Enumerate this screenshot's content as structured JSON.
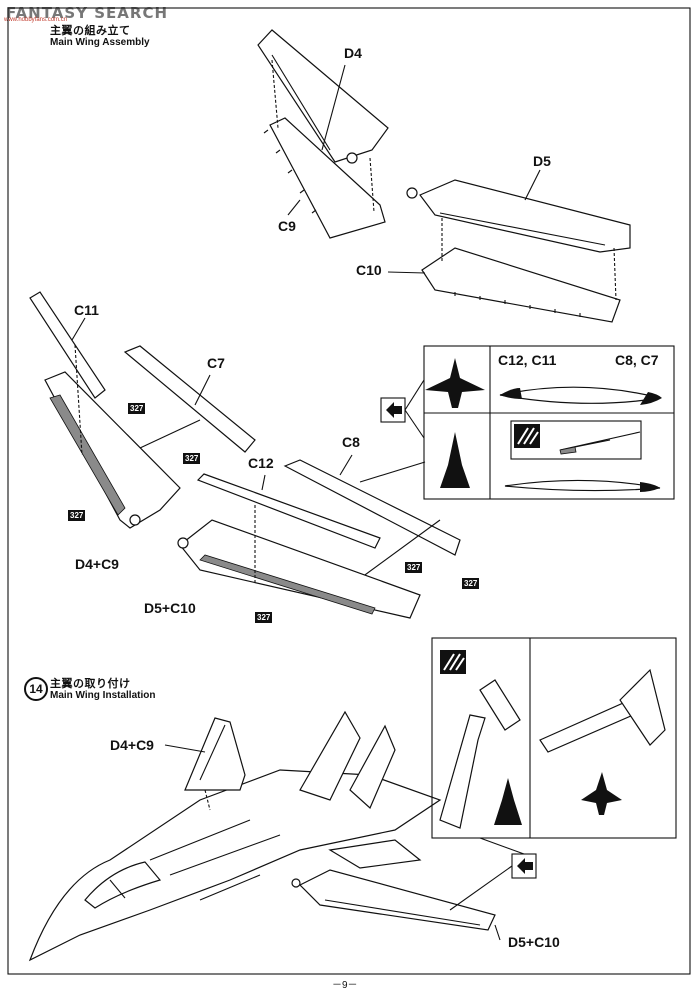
{
  "watermark": {
    "brand": "FANTASY SEARCH",
    "url": "www.hobbyfans.com.cn"
  },
  "step13": {
    "title_jp": "主翼の組み立て",
    "title_en": "Main Wing Assembly"
  },
  "step14": {
    "number": "14",
    "title_jp": "主翼の取り付け",
    "title_en": "Main Wing Installation"
  },
  "parts": {
    "d4": "D4",
    "d5": "D5",
    "c9": "C9",
    "c10": "C10",
    "c11": "C11",
    "c7": "C7",
    "c8": "C8",
    "c12": "C12",
    "d4c9": "D4+C9",
    "d5c10": "D5+C10",
    "c12c11": "C12, C11",
    "c8c7": "C8, C7"
  },
  "paint_code": "327",
  "page_number": "－9－",
  "colors": {
    "line": "#111111",
    "fill_gray": "#8a8a8a",
    "watermark_red": "#c0392b"
  }
}
